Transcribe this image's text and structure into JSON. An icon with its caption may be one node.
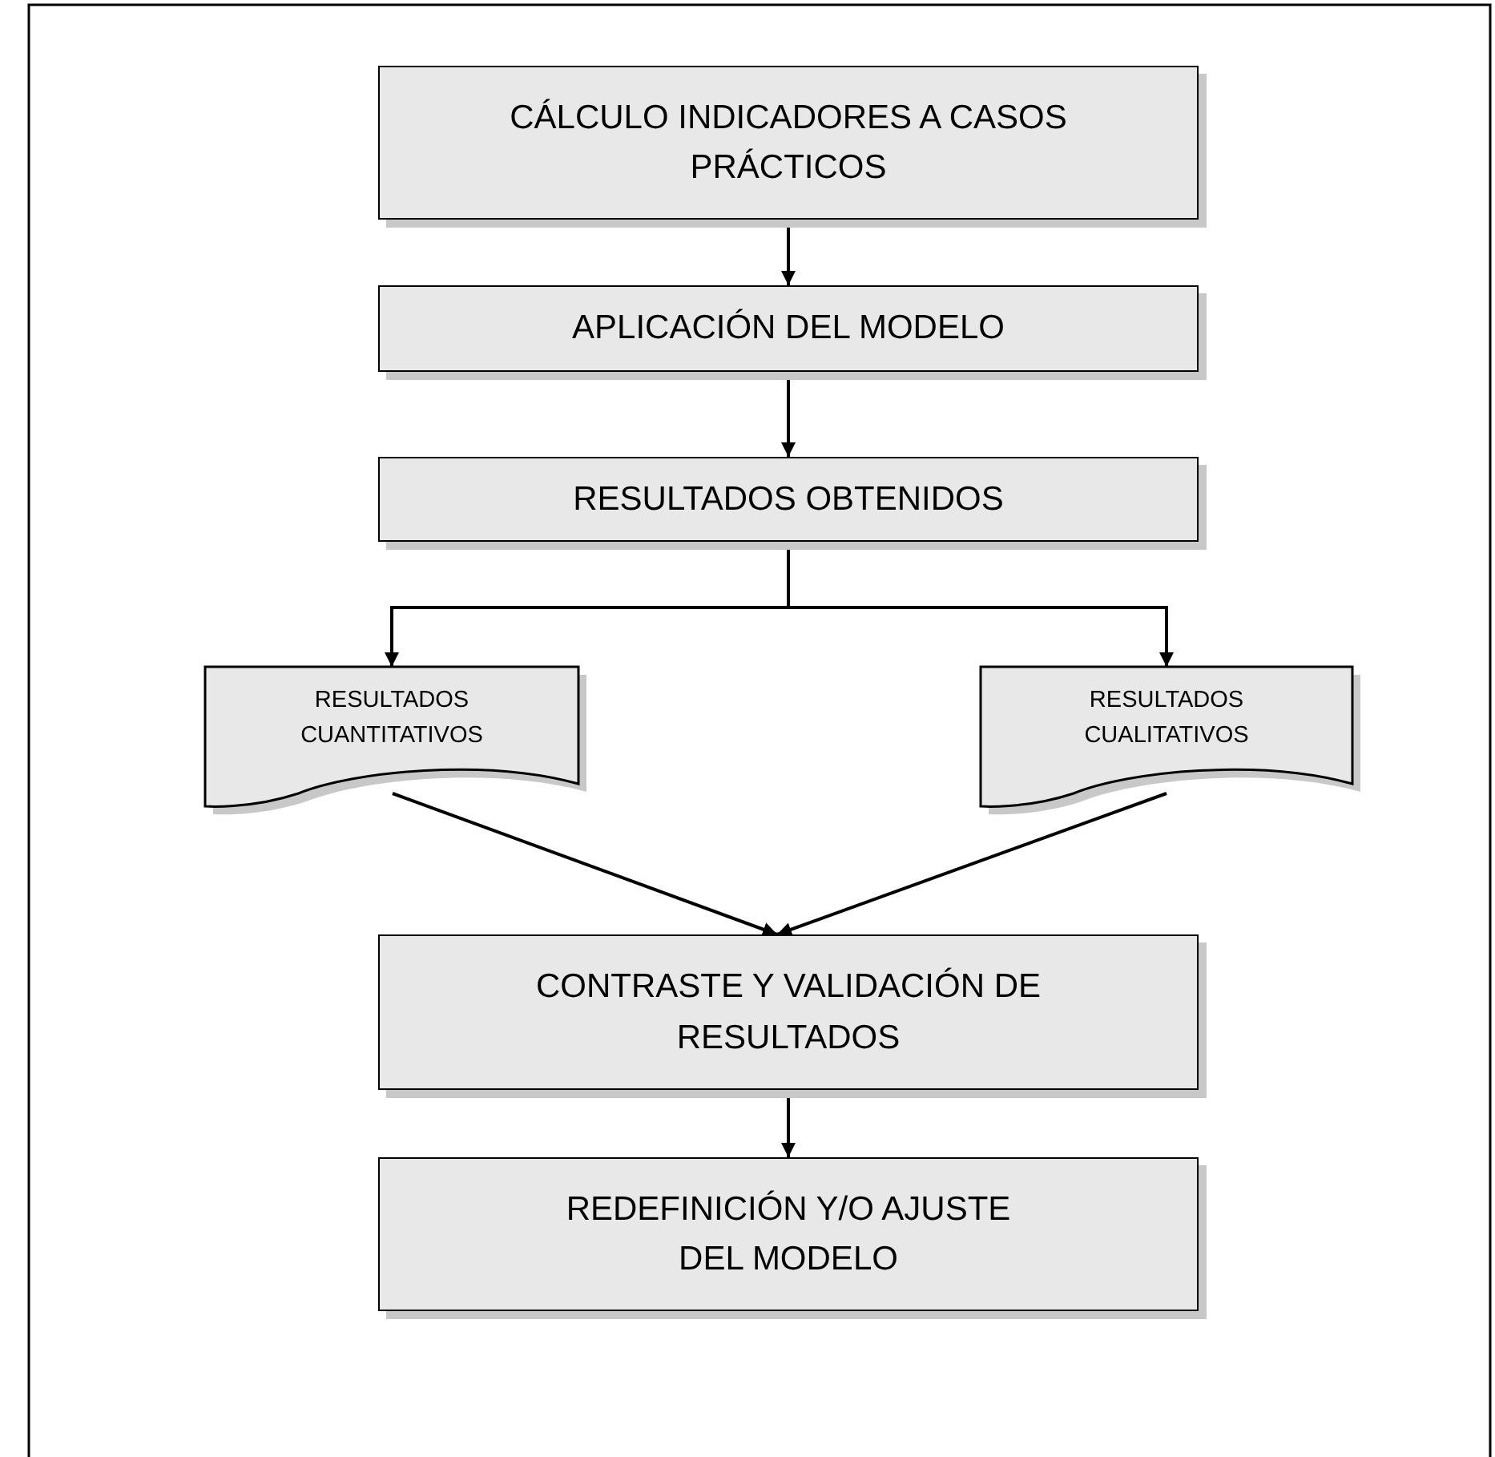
{
  "diagram": {
    "nodes": [
      {
        "text": [
          "CÁLCULO INDICADORES A CASOS PRÁCTICOS"
        ]
      },
      {
        "text": [
          "APLICACIÓN DEL MODELO"
        ]
      },
      {
        "text": [
          "RESULTADOS OBTENIDOS"
        ]
      },
      {
        "text": [
          "RESULTADOS CUANTITATIVOS"
        ]
      },
      {
        "text": [
          "RESULTADOS CUALITATIVOS"
        ]
      },
      {
        "text": [
          "CONTRASTE Y VALIDACIÓN DE RESULTADOS"
        ]
      },
      {
        "text": [
          "REDEFINICIÓN Y/O AJUSTE DEL MODELO"
        ]
      }
    ],
    "edges": [
      {
        "from": 0,
        "to": 1,
        "arrow": "to"
      },
      {
        "from": 1,
        "to": 2,
        "arrow": "to"
      },
      {
        "from": 2,
        "to": 3,
        "arrow": "to"
      },
      {
        "from": 2,
        "to": 4,
        "arrow": "to"
      },
      {
        "from": 3,
        "to": 5,
        "arrow": "to"
      },
      {
        "from": 4,
        "to": 5,
        "arrow": "to"
      },
      {
        "from": 5,
        "to": 6,
        "arrow": "to"
      }
    ]
  }
}
